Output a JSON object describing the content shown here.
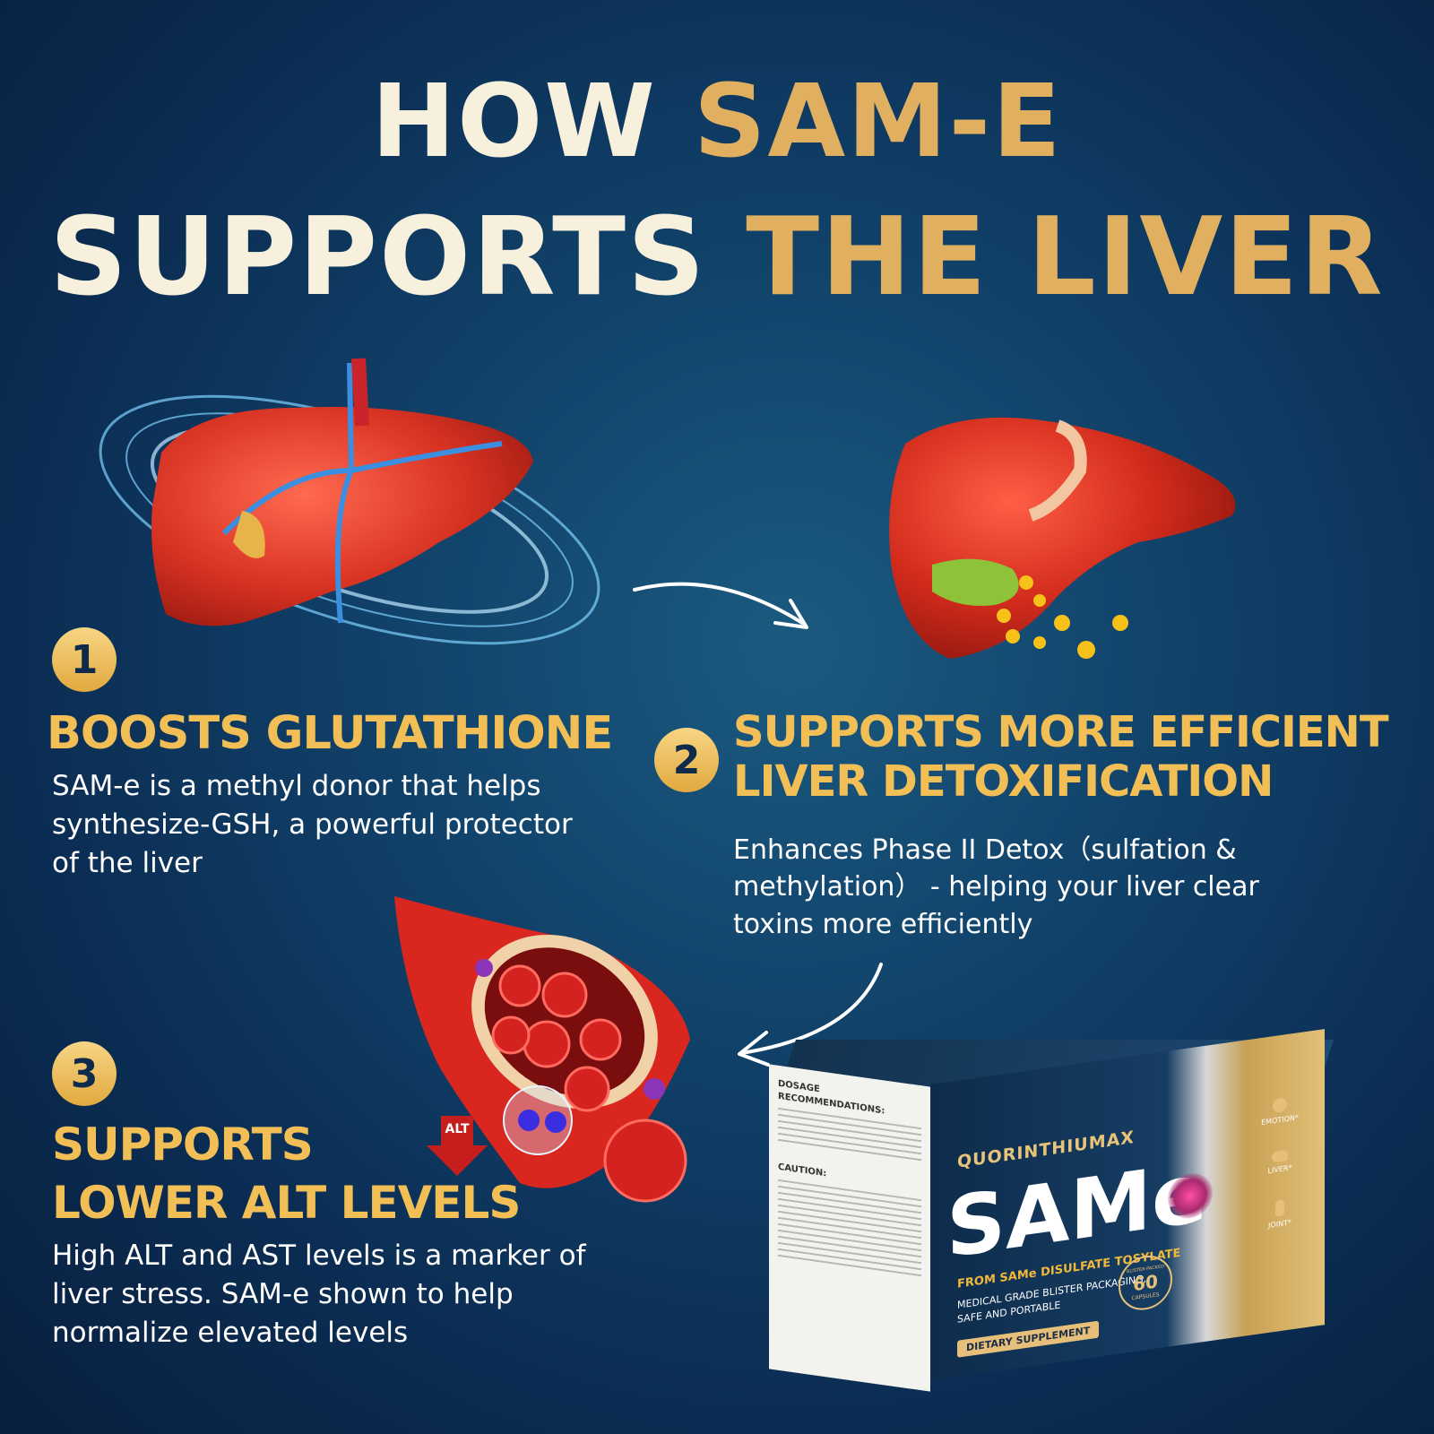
{
  "title": {
    "line1_white": "HOW",
    "line1_gold": "SAM-E",
    "line2_white": "SUPPORTS",
    "line2_gold": "THE LIVER"
  },
  "benefits": [
    {
      "number": "1",
      "heading": "BOOSTS GLUTATHIONE",
      "text": "SAM-e is a methyl donor that helps synthesize-GSH, a powerful protector of the liver"
    },
    {
      "number": "2",
      "heading_line1": "SUPPORTS MORE EFFICIENT",
      "heading_line2": "LIVER DETOXIFICATION",
      "text": "Enhances Phase II Detox（sulfation & methylation） - helping your liver clear toxins more efficiently"
    },
    {
      "number": "3",
      "heading_line1": "SUPPORTS",
      "heading_line2": "LOWER ALT LEVELS",
      "text": "High ALT and AST levels is a marker of liver stress. SAM-e shown to help normalize elevated levels"
    }
  ],
  "vessel_label": "ALT",
  "product": {
    "brand": "QUORINTHIUMAX",
    "name": "SAMe",
    "subtitle": "FROM SAMe DISULFATE TOSYLATE",
    "packaging_line1": "MEDICAL GRADE BLISTER PACKAGING,",
    "packaging_line2": "SAFE AND PORTABLE",
    "badge": "DIETARY SUPPLEMENT",
    "count": "60",
    "count_label": "CAPSULES",
    "blister_label": "BLISTER-PACKED",
    "side_icons": [
      "EMOTION*",
      "LIVER*",
      "JOINT*"
    ],
    "dosage_heading": "DOSAGE RECOMMENDATIONS:",
    "caution_heading": "CAUTION:"
  },
  "colors": {
    "gold": "#e0b060",
    "heading_gold": "#f1bf56",
    "background": "#0f3a62",
    "liver_red": "#d83323"
  }
}
